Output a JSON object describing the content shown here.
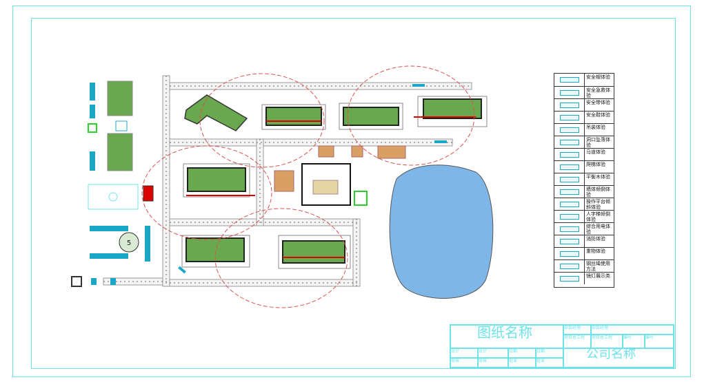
{
  "legend": [
    {
      "label": "安全帽体验",
      "icon": "safety-helmet-icon"
    },
    {
      "label": "安全急救体验",
      "icon": "first-aid-icon"
    },
    {
      "label": "安全带体验",
      "icon": "safety-belt-icon"
    },
    {
      "label": "安全鞋体验",
      "icon": "safety-shoe-icon"
    },
    {
      "label": "吊装体验",
      "icon": "hoisting-icon"
    },
    {
      "label": "洞口坠落体验",
      "icon": "opening-fall-icon"
    },
    {
      "label": "马道体验",
      "icon": "walkway-icon"
    },
    {
      "label": "爬梯体验",
      "icon": "ladder-icon"
    },
    {
      "label": "平衡木体验",
      "icon": "balance-beam-icon"
    },
    {
      "label": "墙体倾倒体验",
      "icon": "wall-collapse-icon"
    },
    {
      "label": "操作平台倾斜体验",
      "icon": "platform-tilt-icon"
    },
    {
      "label": "人字梯倾倒体验",
      "icon": "a-ladder-icon"
    },
    {
      "label": "综合用电体验",
      "icon": "electricity-icon"
    },
    {
      "label": "消防体验",
      "icon": "fire-icon"
    },
    {
      "label": "重物体验",
      "icon": "heavy-object-icon"
    },
    {
      "label": "钢丝绳使用方法",
      "icon": "wire-rope-icon"
    },
    {
      "label": "镜灯展示类",
      "icon": "lamp-display-icon"
    }
  ],
  "court_label": "5",
  "titleblock": {
    "drawing_name": "图纸名称",
    "company_name": "公司名称",
    "project_manager_label": "项目经理",
    "project_manager_value": "项目经理",
    "chief_engineer_label": "项目总工程",
    "chief_engineer_value": "项目总工程",
    "number_label": "编号",
    "number_value": "编号",
    "row1": [
      "设计",
      "设计",
      "日期",
      "日期"
    ],
    "row2": [
      "审核",
      "审核",
      "批准",
      "批准"
    ]
  },
  "colors": {
    "frame": "#6de3ea",
    "building_green": "#6aa84f",
    "road_gray": "#cccccc",
    "circle_red": "#d9534f",
    "lake_blue": "#7fb6e8",
    "accent_cyan": "#1aa7c7"
  }
}
